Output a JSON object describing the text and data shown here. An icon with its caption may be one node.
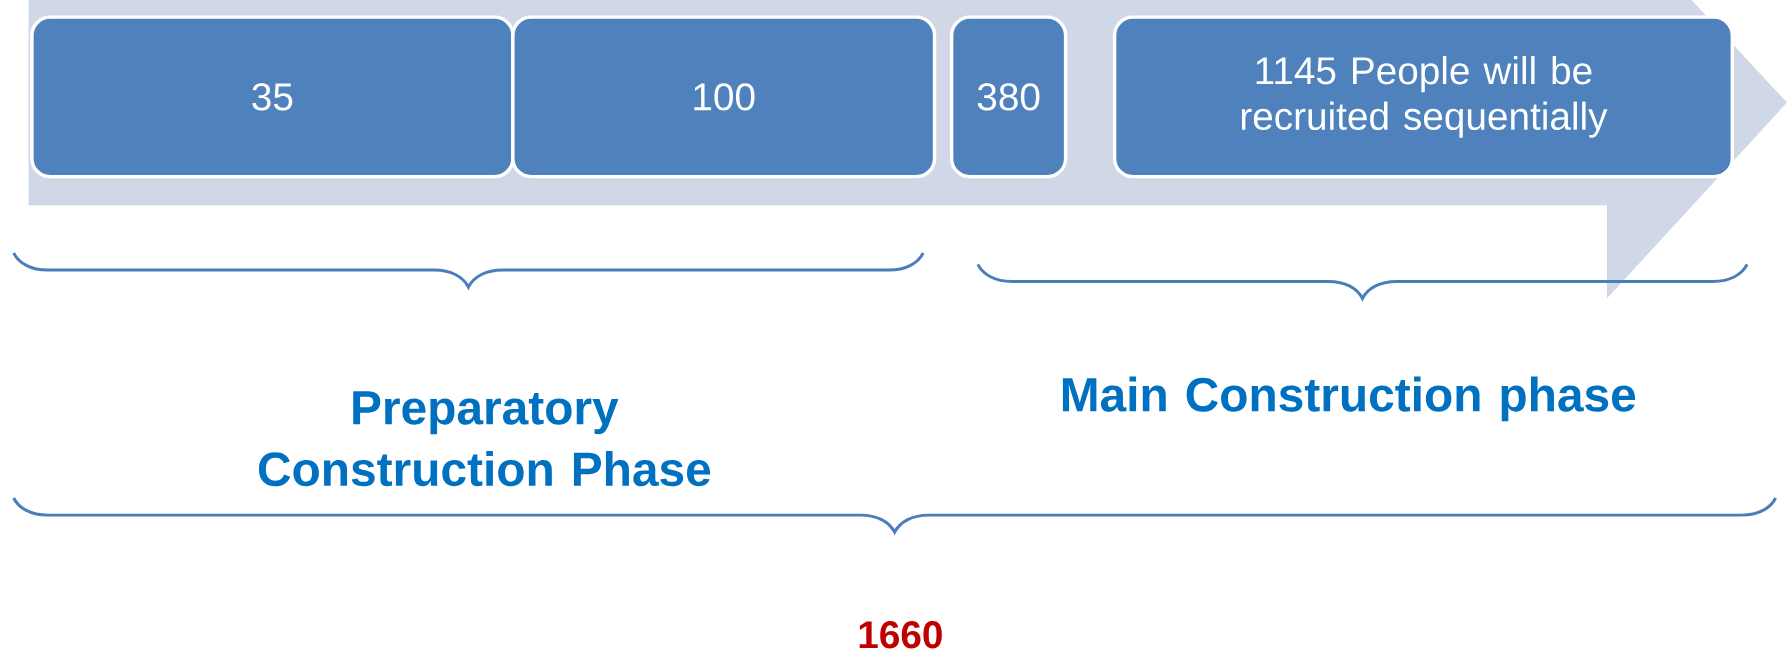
{
  "diagram": {
    "nodes": [
      {
        "text": [],
        "shape": "arrow"
      },
      {
        "text": [
          "35"
        ],
        "in": 0
      },
      {
        "text": [
          "100"
        ],
        "in": 0
      },
      {
        "text": [
          "380"
        ],
        "in": 0
      },
      {
        "text": [
          "1145 People will be recruited sequentially"
        ],
        "in": 0
      }
    ],
    "edges": [],
    "labels": [
      "Preparatory Construction Phase",
      "Main Construction phase",
      "1660"
    ]
  }
}
